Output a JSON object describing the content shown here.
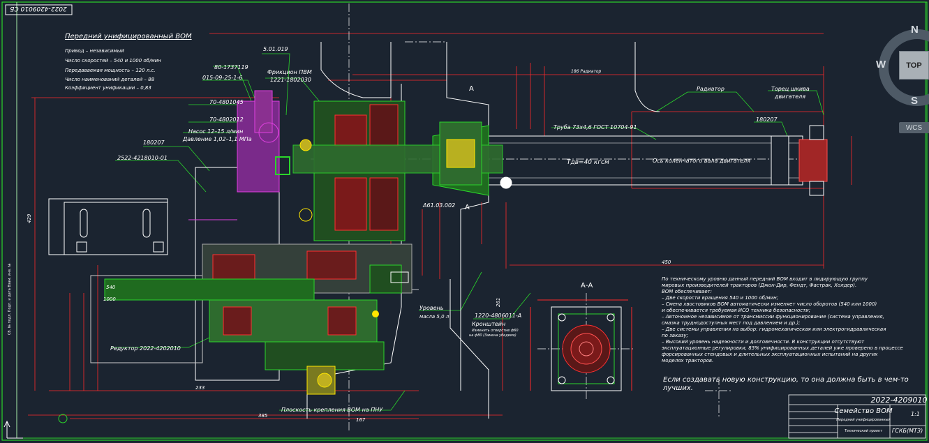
{
  "stamp": {
    "doc_number_rotated": "2022-4209010 СБ",
    "doc_number": "2022-4209010",
    "name_line1": "Семейство ВОМ",
    "name_line2": "Передний унифицированный",
    "scale": "1:1",
    "stage": "Технический проект",
    "org": "ГСКБ(МТЗ)"
  },
  "spec": {
    "title": "Передний унифицированный ВОМ",
    "lines": [
      "Привод – независимый",
      "Число скоростей – 540 и 1000 об/мин",
      "Передаваемая мощность – 120 л.с.",
      "Число наименований деталей – 88",
      "Коэффициент унификации – 0,83"
    ]
  },
  "labels": {
    "p5": "5.01.019",
    "p80": "80-1737119",
    "p015": "015-09-25-1-6",
    "friction": "Фрикцион ПВМ",
    "p1221": "1221-1802030",
    "p70a": "70-4801045",
    "p70b": "70-4802012",
    "pump": "Насос 12–15 л/мин",
    "pressure": "Давление 1,02–1,1 МПа",
    "p180207a": "180207",
    "p2522": "2522-4218010-01",
    "radiator": "Радиатор",
    "torec1": "Торец шкива",
    "torec2": "двигателя",
    "p180207b": "180207",
    "tube": "Труба 73х4,6  ГОСТ 10704-91",
    "torque": "Тдв=40 кгсм",
    "axis": "Ось коленчатого вала двигателя",
    "aa_top": "А",
    "aa_bot": "А",
    "a61": "А61.03.002",
    "reductor": "Редуктор 2022-4202010",
    "level1": "Уровень",
    "level2": "масла 5,0 л",
    "p1220": "1220-4806011-А",
    "bracket": "Кронштейн",
    "bracket2": "Изменить отверстие ф60",
    "bracket3": "на ф80 (Замена убедимо)",
    "plane": "Плоскость крепления ВОМ на ПНУ",
    "section": "А-А",
    "d540": "540",
    "d1000": "1000",
    "dim429": "429",
    "dim450": "450",
    "dim385": "385",
    "dim233": "233",
    "dim167": "167",
    "dim261": "261",
    "dim186": "186 Радиатор"
  },
  "notes": {
    "lines": [
      "По техническому уровню данный передний ВОМ входит в лидирующую группу",
      "мировых производителей тракторов (Джон-Дир, Фендт, Фастрак, Холдер).",
      "ВОМ обеспечивает:",
      "– Две скорости вращения 540 и 1000 об/мин;",
      "– Смена хвостовиков ВОМ автоматически изменяет число оборотов (540 или 1000)",
      "   и обеспечивается требуемая ИСО техника безопасности;",
      "– Автономное независимое от трансмиссии функционирование (система управления,",
      "   смазка труднодоступных мест под давлением и др.);",
      "– Две системы управления на выбор: гидромеханическая или электрогидравлическая",
      "   по заказу;",
      "– Высокий уровень надежности и долговечности. В конструкции отсутствуют",
      "   эксплуатационные регулировки, 83% унифицированных деталей уже проверено   в процессе",
      "   форсированных стендовых и длительных эксплуатационных испытаний на других",
      "   моделях тракторов."
    ],
    "closing": "Если создавать новую конструкцию, то она должна быть в чем-то",
    "closing2": "лучших."
  },
  "viewcube": {
    "n": "N",
    "s": "S",
    "w": "W",
    "top": "TOP",
    "wcs": "WCS"
  },
  "colors": {
    "bg": "#1b2430",
    "red": "#ff2a2a",
    "green": "#2bd62b",
    "white": "#ffffff",
    "magenta": "#e040e0",
    "yellow": "#ffe600",
    "cyan": "#39e0e0"
  }
}
